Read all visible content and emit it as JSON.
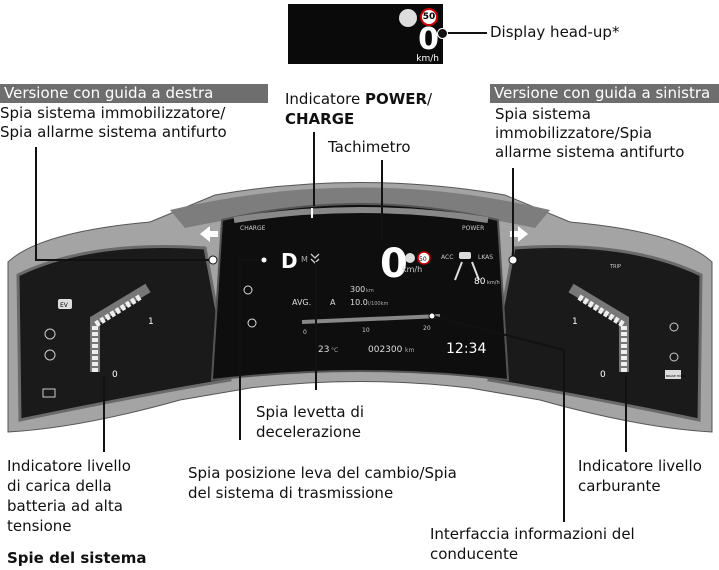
{
  "hud": {
    "speed_value": "0",
    "speed_unit": "km/h",
    "limit_value": "50",
    "label": "Display head-up*"
  },
  "banners": {
    "right_drive": "Versione con guida a destra",
    "left_drive": "Versione con guida a sinistra"
  },
  "labels": {
    "immobilizer_rhd": [
      "Spia sistema immobilizzatore/",
      "Spia allarme sistema antifurto"
    ],
    "immobilizer_lhd": [
      "Spia sistema",
      "immobilizzatore/Spia",
      "allarme sistema antifurto"
    ],
    "power_charge_prefix": "Indicatore ",
    "power_charge_bold1": "POWER",
    "power_charge_slash": "/",
    "power_charge_bold2": "CHARGE",
    "speedometer": "Tachimetro",
    "decel_lever": [
      "Spia levetta di",
      "decelerazione"
    ],
    "battery_gauge": [
      "Indicatore livello",
      "di carica della",
      "batteria ad alta",
      "tensione"
    ],
    "shift_lever": [
      "Spia posizione leva del cambio/Spia",
      "del sistema di trasmissione"
    ],
    "fuel_gauge": [
      "Indicatore livello",
      "carburante"
    ],
    "driver_info": [
      "Interfaccia informazioni del",
      "conducente"
    ],
    "system_lights": "Spie del sistema"
  },
  "cluster": {
    "charge_label": "CHARGE",
    "power_label": "POWER",
    "speed": "0",
    "speed_unit": "km/h",
    "limit": "50",
    "acc": "ACC",
    "lkas": "LKAS",
    "follow_speed": "80",
    "follow_unit": "km/h",
    "gear": "D",
    "mode": "M",
    "range_value": "300",
    "range_unit": "km",
    "avg_label": "AVG.",
    "avg_suffix": "A",
    "avg_value": "10.0",
    "avg_unit": "l/100km",
    "scale_0": "0",
    "scale_10": "10",
    "scale_20": "20",
    "temperature": "23",
    "temperature_unit": "°C",
    "odometer": "002300",
    "odometer_unit": "km",
    "clock": "12:34",
    "battery_zero": "0",
    "battery_one": "1",
    "fuel_zero": "0",
    "fuel_one": "1",
    "ev_badge": "EV",
    "brake_badge": "BRAKE HOLD",
    "trip_badge": "TRIP"
  },
  "colors": {
    "banner": "#6e6e6e",
    "cluster_dark": "#121212",
    "bezel": "#9a9a9a",
    "accent_line": "#222222"
  }
}
